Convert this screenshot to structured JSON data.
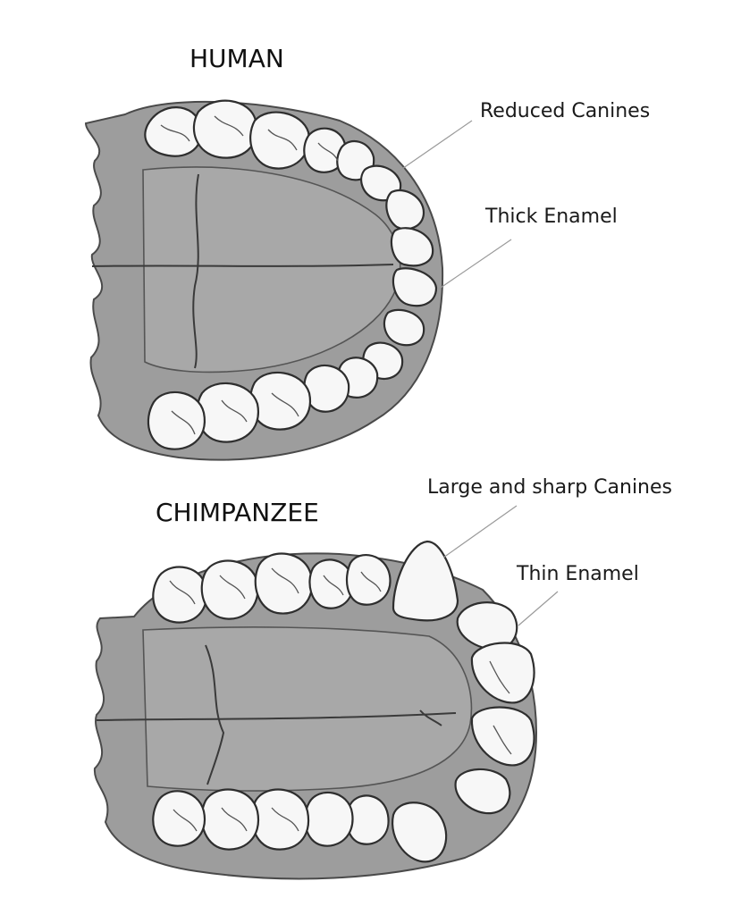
{
  "human": {
    "title": "HUMAN",
    "callouts": {
      "canines": "Reduced Canines",
      "enamel": "Thick Enamel"
    }
  },
  "chimpanzee": {
    "title": "CHIMPANZEE",
    "callouts": {
      "canines": "Large and sharp Canines",
      "enamel": "Thin Enamel"
    }
  },
  "colors": {
    "bone": "#9d9d9d",
    "tooth": "#f7f7f7",
    "outline": "#2e2e2e"
  }
}
